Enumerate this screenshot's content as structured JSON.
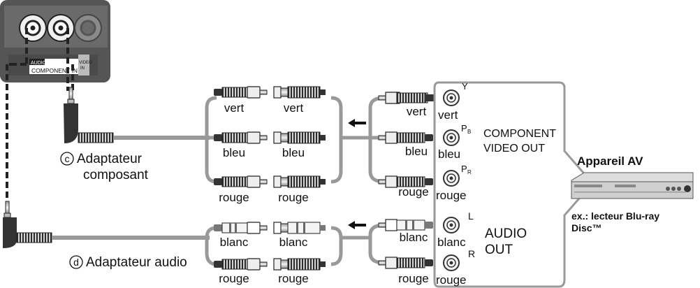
{
  "tv_panel": {
    "audio_label": "AUDIO",
    "component_in_label": "COMPONENT IN",
    "video_in_line1": "VIDEO",
    "video_in_line2": "IN"
  },
  "adapters": {
    "component_letter": "c",
    "component_line1": "Adaptateur",
    "component_line2": "composant",
    "audio_letter": "d",
    "audio_line1": "Adaptateur audio"
  },
  "cable_labels": {
    "vert": "vert",
    "bleu": "bleu",
    "rouge": "rouge",
    "blanc": "blanc"
  },
  "jack_sub": {
    "y": "Y",
    "pb": "P",
    "pb_sub": "B",
    "pr": "P",
    "pr_sub": "R",
    "l": "L",
    "r": "R"
  },
  "device_panel": {
    "component_line1": "COMPONENT",
    "component_line2": "VIDEO OUT",
    "audio_line1": "AUDIO",
    "audio_line2": "OUT"
  },
  "device": {
    "title": "Appareil AV",
    "example_line1": "ex.: lecteur Blu-ray",
    "example_line2": "Disc™"
  }
}
